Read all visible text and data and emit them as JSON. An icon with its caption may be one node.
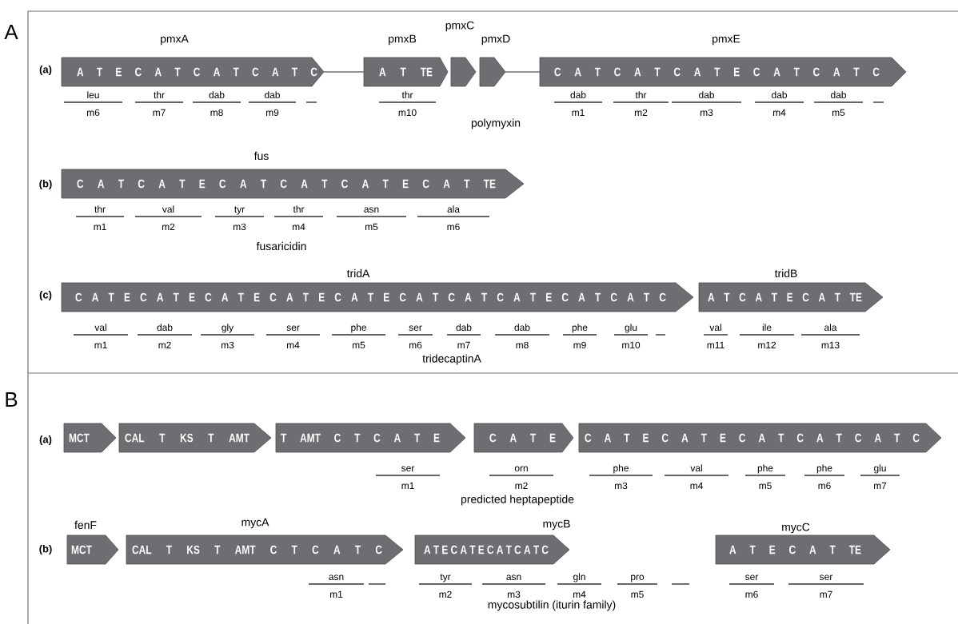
{
  "diagram": {
    "nodes": [
      {
        "text": [
          "pmxA",
          "A T E C A T C A T C A T C"
        ]
      },
      {
        "text": [
          "pmxB",
          "A T TE"
        ]
      },
      {
        "text": [
          "pmxC"
        ]
      },
      {
        "text": [
          "pmxD"
        ]
      },
      {
        "text": [
          "pmxE",
          "C A T C A T C A T E C A T C A T C"
        ]
      },
      {
        "text": [
          "fus",
          "C A T C A T E C A T C A T C A T E C A T TE"
        ]
      },
      {
        "text": [
          "tridA",
          "C A T E C A T E C A T E C A T E C A T E C A T C A T C A T E C A T C A T C"
        ]
      },
      {
        "text": [
          "tridB",
          "A T C A T E C A T TE"
        ]
      },
      {
        "text": [
          "MCT"
        ]
      },
      {
        "text": [
          "CAL T KS T AMT"
        ]
      },
      {
        "text": [
          "T AMT C T C A T E"
        ]
      },
      {
        "text": [
          "C A T E"
        ]
      },
      {
        "text": [
          "C A T E C A T E C A T C A T C A T C"
        ]
      },
      {
        "text": [
          "fenF",
          "MCT"
        ]
      },
      {
        "text": [
          "mycA",
          "CAL T KS T AMT C T C A T C"
        ]
      },
      {
        "text": [
          "mycB",
          "A T E C A T E C A T C A T C"
        ]
      },
      {
        "text": [
          "mycC",
          "A T E C A T TE"
        ]
      }
    ],
    "edges": [
      {
        "from": 0,
        "to": 1,
        "arrow": "none"
      },
      {
        "from": 3,
        "to": 4,
        "arrow": "none"
      }
    ],
    "labels": [
      "A",
      "(a)",
      "leu",
      "m6",
      "thr",
      "m7",
      "dab",
      "m8",
      "dab",
      "m9",
      "thr",
      "m10",
      "dab",
      "m1",
      "thr",
      "m2",
      "dab",
      "m3",
      "dab",
      "m4",
      "dab",
      "m5",
      "polymyxin",
      "(b)",
      "thr",
      "m1",
      "val",
      "m2",
      "tyr",
      "m3",
      "thr",
      "m4",
      "asn",
      "m5",
      "ala",
      "m6",
      "fusaricidin",
      "(c)",
      "val",
      "m1",
      "dab",
      "m2",
      "gly",
      "m3",
      "ser",
      "m4",
      "phe",
      "m5",
      "ser",
      "m6",
      "dab",
      "m7",
      "dab",
      "m8",
      "phe",
      "m9",
      "glu",
      "m10",
      "val",
      "m11",
      "ile",
      "m12",
      "ala",
      "m13",
      "tridecaptinA",
      "B",
      "(a)",
      "ser",
      "m1",
      "orn",
      "m2",
      "phe",
      "m3",
      "val",
      "m4",
      "phe",
      "m5",
      "phe",
      "m6",
      "glu",
      "m7",
      "predicted heptapeptide",
      "(b)",
      "asn",
      "m1",
      "tyr",
      "m2",
      "asn",
      "m3",
      "gln",
      "m4",
      "pro",
      "m5",
      "ser",
      "m6",
      "ser",
      "m7",
      "mycosubtilin (iturin family)"
    ]
  }
}
